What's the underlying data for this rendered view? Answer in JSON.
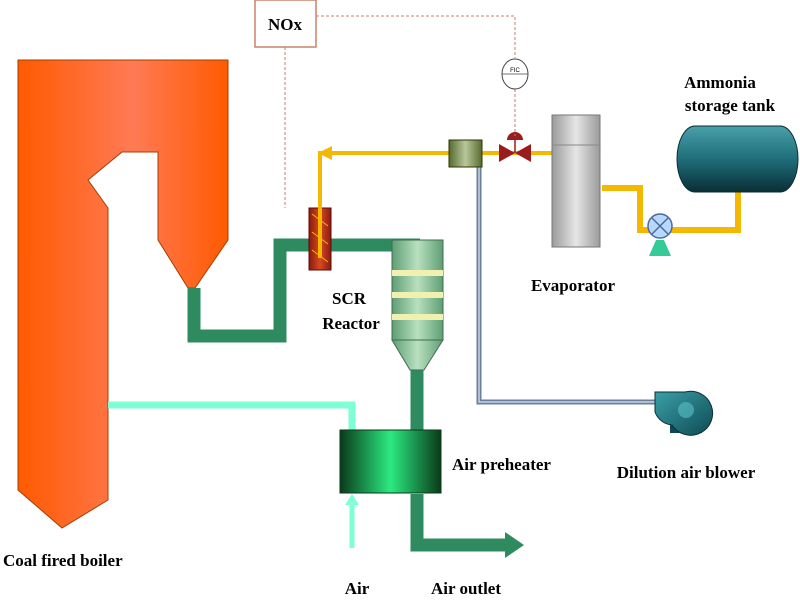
{
  "labels": {
    "nox": "NOx",
    "fic": "FIC",
    "ammonia_line1": "Ammonia",
    "ammonia_line2": "storage tank",
    "evaporator": "Evaporator",
    "scr_line1": "SCR",
    "scr_line2": "Reactor",
    "air_preheater": "Air preheater",
    "dilution_blower": "Dilution air blower",
    "boiler": "Coal fired boiler",
    "air_in": "Air",
    "air_outlet": "Air outlet"
  },
  "colors": {
    "boiler": "#ff6a1a",
    "flue_duct": "#2e8b60",
    "ammonia_line": "#f5b800",
    "air_line": "#7fffd4",
    "dilution_line": "#6a7f9c",
    "signal_line": "#c8826a",
    "tank": "#1f6e7a",
    "evaporator": "#c8c8c8",
    "preheater": "#23d37a",
    "valve": "#9a1c1c"
  }
}
